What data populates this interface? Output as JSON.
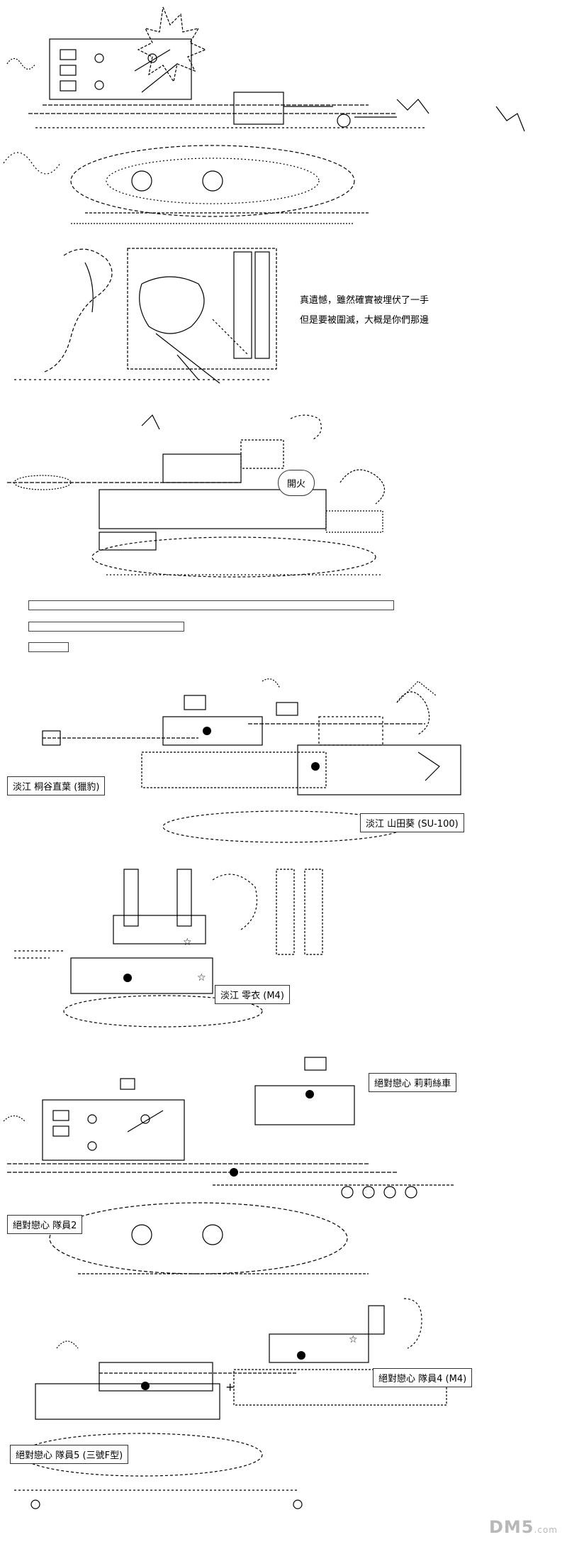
{
  "speech": {
    "line1": "真遺憾，雖然確實被埋伏了一手",
    "line2": "但是要被圍滅，大概是你們那邊"
  },
  "bubble_fire": "開火",
  "labels": {
    "kirigaya": "淡江 桐谷直葉 (獵豹)",
    "yamada": "淡江 山田葵 (SU-100)",
    "rei": "淡江 零衣 (M4)",
    "lily": "絕對戀心 莉莉絲車",
    "member2": "絕對戀心 隊員2",
    "member4": "絕對戀心 隊員4 (M4)",
    "member5": "絕對戀心 隊員5 (三號F型)"
  },
  "watermark": {
    "main": "DM5",
    "suffix": ".com"
  }
}
